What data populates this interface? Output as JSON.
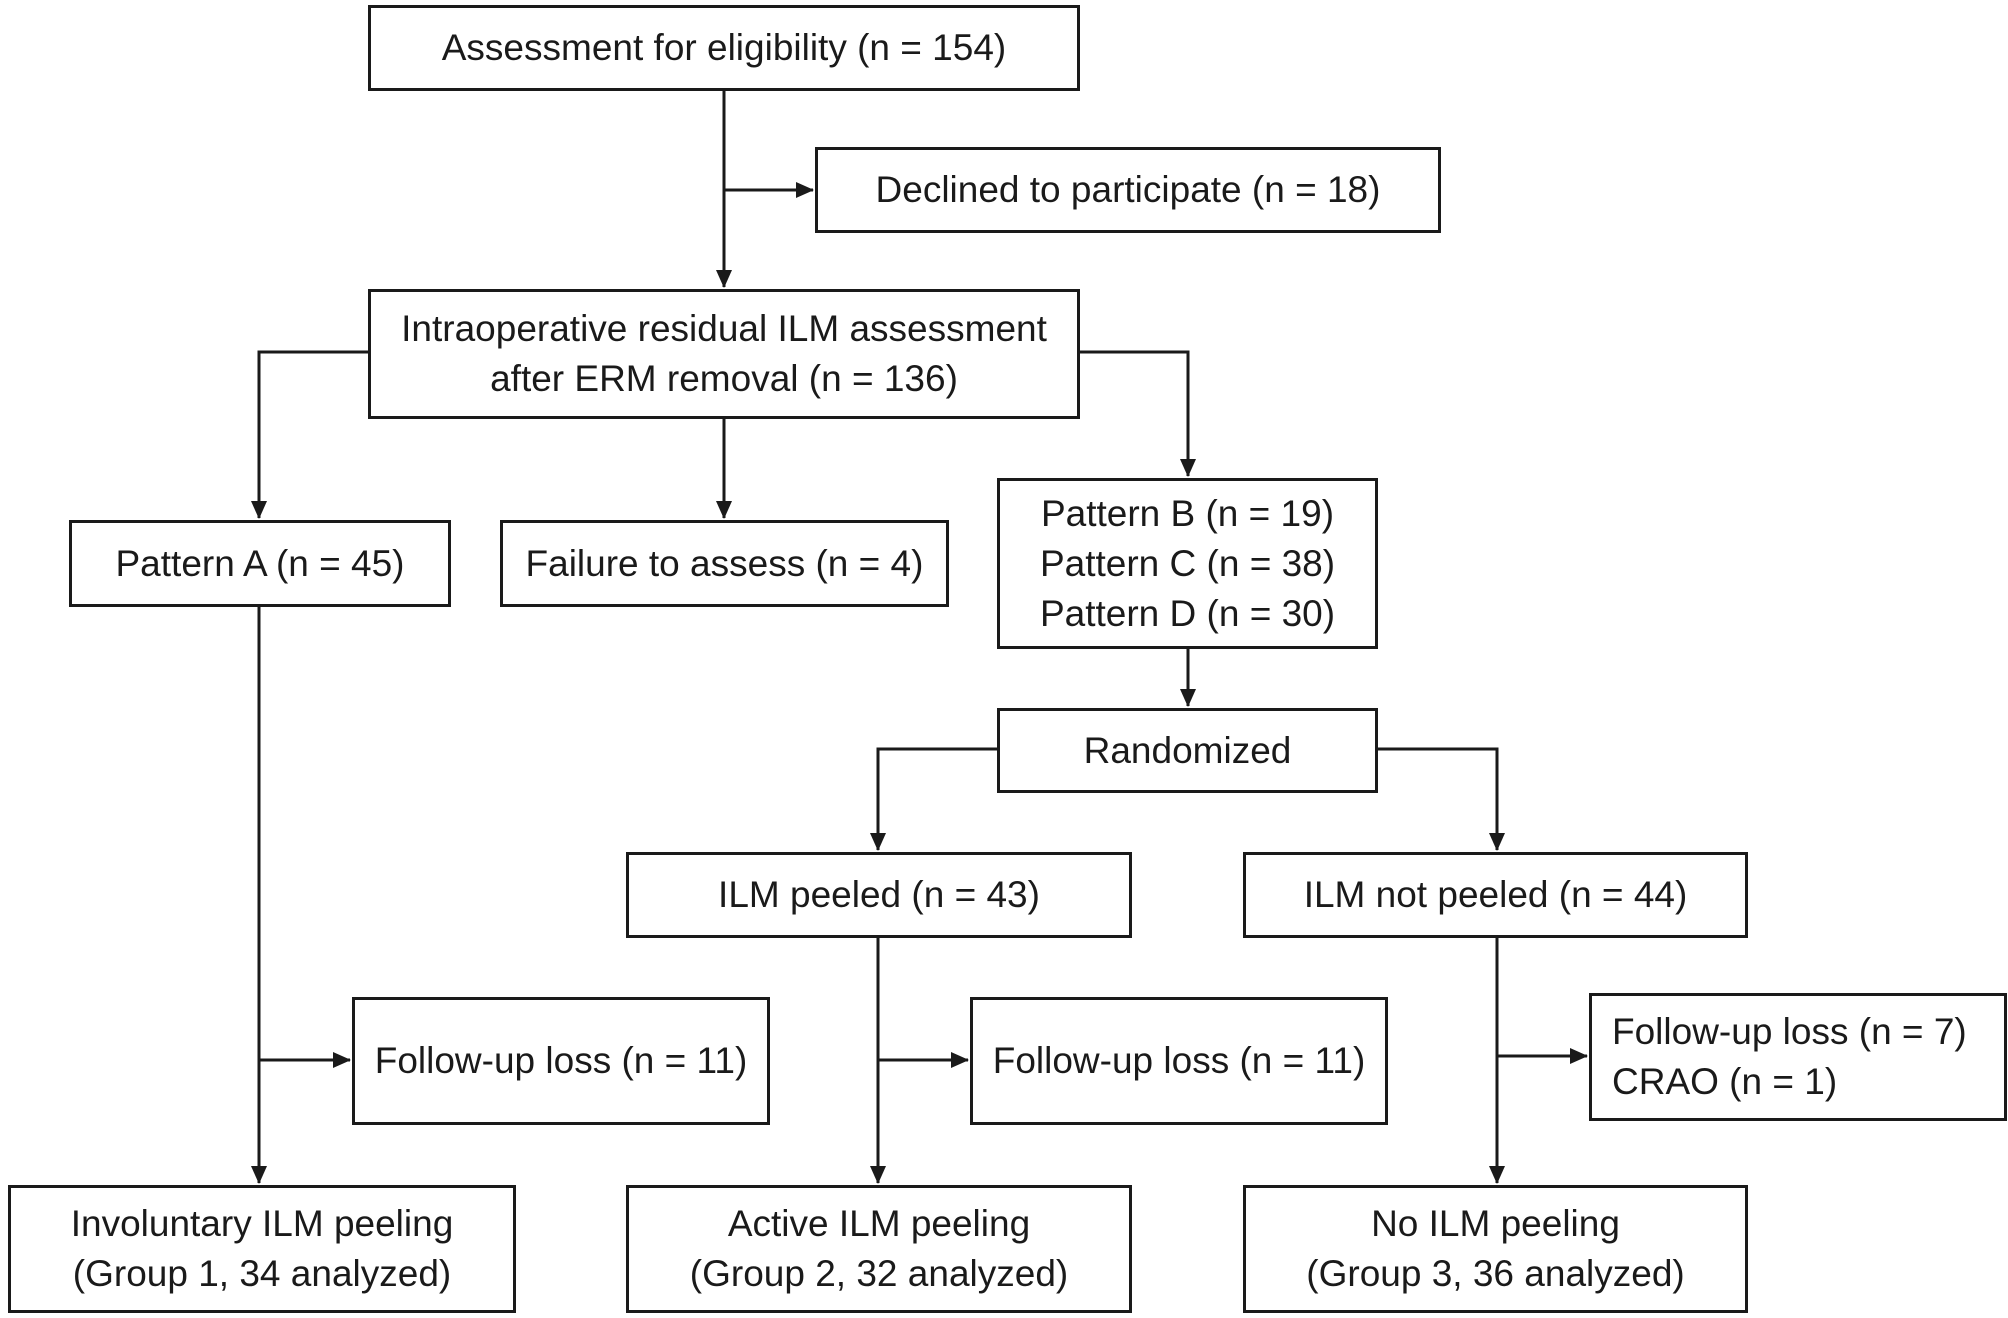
{
  "nodes": {
    "eligibility": {
      "lines": [
        "Assessment for eligibility (n = 154)"
      ]
    },
    "declined": {
      "lines": [
        "Declined to participate (n = 18)"
      ]
    },
    "intraop": {
      "lines": [
        "Intraoperative residual ILM assessment",
        "after ERM removal (n = 136)"
      ]
    },
    "pattern_a": {
      "lines": [
        "Pattern A (n = 45)"
      ]
    },
    "failure": {
      "lines": [
        "Failure to assess (n = 4)"
      ]
    },
    "patterns_bcd": {
      "lines": [
        "Pattern B (n = 19)",
        "Pattern C (n = 38)",
        "Pattern D (n = 30)"
      ]
    },
    "randomized": {
      "lines": [
        "Randomized"
      ]
    },
    "ilm_peeled": {
      "lines": [
        "ILM peeled (n = 43)"
      ]
    },
    "ilm_not_peeled": {
      "lines": [
        "ILM not peeled (n = 44)"
      ]
    },
    "followup_a": {
      "lines": [
        "Follow-up loss (n = 11)"
      ]
    },
    "followup_b": {
      "lines": [
        "Follow-up loss (n = 11)"
      ]
    },
    "followup_c": {
      "lines": [
        "Follow-up loss (n = 7)",
        "CRAO (n = 1)"
      ]
    },
    "group1": {
      "lines": [
        "Involuntary ILM peeling",
        "(Group 1, 34 analyzed)"
      ]
    },
    "group2": {
      "lines": [
        "Active ILM peeling",
        "(Group 2, 32 analyzed)"
      ]
    },
    "group3": {
      "lines": [
        "No ILM peeling",
        "(Group 3, 36 analyzed)"
      ]
    }
  },
  "edges": [
    {
      "from": "eligibility",
      "to": "intraop"
    },
    {
      "from": "eligibility",
      "to": "declined"
    },
    {
      "from": "intraop",
      "to": "pattern_a"
    },
    {
      "from": "intraop",
      "to": "failure"
    },
    {
      "from": "intraop",
      "to": "patterns_bcd"
    },
    {
      "from": "patterns_bcd",
      "to": "randomized"
    },
    {
      "from": "randomized",
      "to": "ilm_peeled"
    },
    {
      "from": "randomized",
      "to": "ilm_not_peeled"
    },
    {
      "from": "pattern_a",
      "to": "followup_a"
    },
    {
      "from": "pattern_a",
      "to": "group1"
    },
    {
      "from": "ilm_peeled",
      "to": "followup_b"
    },
    {
      "from": "ilm_peeled",
      "to": "group2"
    },
    {
      "from": "ilm_not_peeled",
      "to": "followup_c"
    },
    {
      "from": "ilm_not_peeled",
      "to": "group3"
    }
  ],
  "colors": {
    "stroke": "#1a1a1a",
    "background": "#ffffff"
  }
}
